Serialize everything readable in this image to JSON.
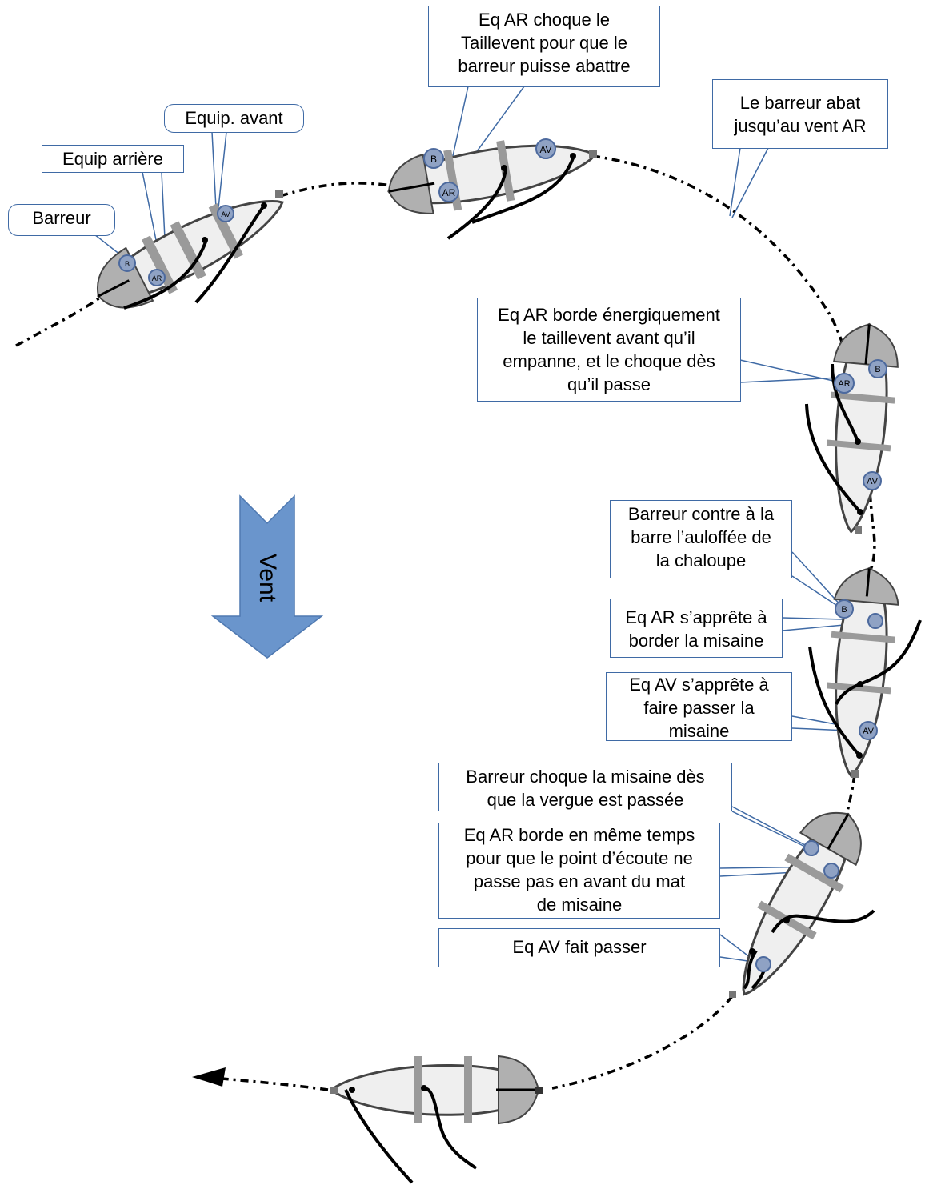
{
  "wind": {
    "label": "Vent"
  },
  "callouts": {
    "barreur": "Barreur",
    "equip_arriere": "Equip arrière",
    "equip_avant": "Equip. avant",
    "step2": [
      "Eq AR choque le",
      "Taillevent pour que le",
      "barreur puisse abattre"
    ],
    "step3": [
      "Le barreur abat",
      "jusqu’au vent AR"
    ],
    "step4": [
      "Eq AR borde énergiquement",
      "le taillevent avant qu’il",
      "empanne, et le choque dès",
      "qu’il passe"
    ],
    "step5a": [
      "Barreur contre à la",
      "barre l’auloffée de",
      "la chaloupe"
    ],
    "step5b": [
      "Eq AR   s’apprête  à",
      "border la misaine"
    ],
    "step5c": [
      "Eq AV s’apprête à",
      "faire passer la",
      "misaine"
    ],
    "step6a": [
      "Barreur choque la misaine dès",
      "que la vergue est passée"
    ],
    "step6b": [
      "Eq AR borde en même temps",
      "pour que le point d’écoute ne",
      "passe pas en avant du mat",
      "de misaine"
    ],
    "step6c": "Eq AV fait passer"
  },
  "crew_labels": {
    "helm": "B",
    "aft": "AR",
    "fore": "AV"
  },
  "colors": {
    "box_border": "#3f6aa5",
    "wind_arrow": "#6a95cc",
    "hull_light": "#efefef",
    "hull_dark": "#b0b0b0",
    "thwart": "#9a9a9a",
    "badge": "#8fa2c4"
  }
}
